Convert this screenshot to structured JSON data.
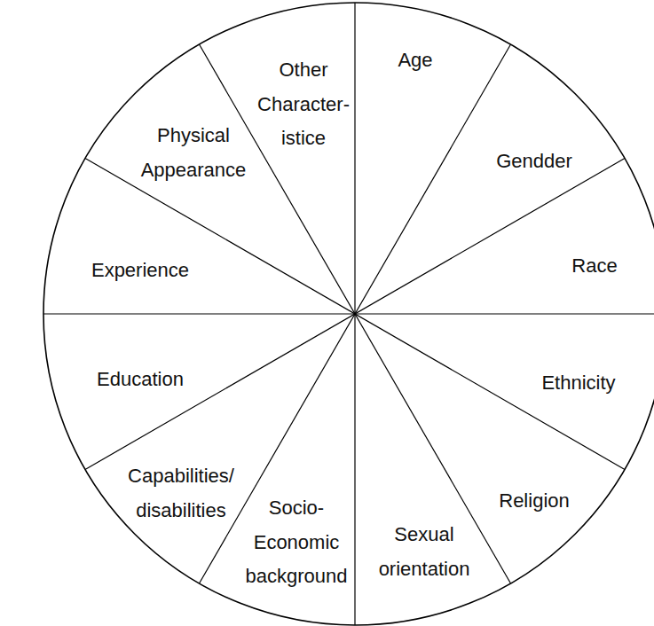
{
  "diagram": {
    "nodes": [
      {
        "text": [
          "Age"
        ]
      },
      {
        "text": [
          "Gendder"
        ]
      },
      {
        "text": [
          "Race"
        ]
      },
      {
        "text": [
          "Ethnicity"
        ]
      },
      {
        "text": [
          "Religion"
        ]
      },
      {
        "text": [
          "Sexual orientation"
        ]
      },
      {
        "text": [
          "Socio- Economic background"
        ]
      },
      {
        "text": [
          "Capabilities/ disabilities"
        ]
      },
      {
        "text": [
          "Education"
        ]
      },
      {
        "text": [
          "Experience"
        ]
      },
      {
        "text": [
          "Physical Appearance"
        ]
      },
      {
        "text": [
          "Other Character- istice"
        ]
      }
    ]
  }
}
